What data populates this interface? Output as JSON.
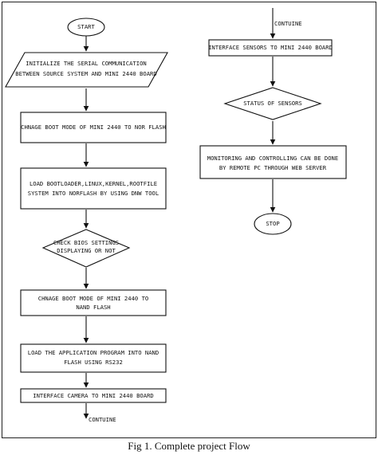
{
  "flowchart": {
    "start": "START",
    "init_serial": [
      "INITIALIZE THE SERIAL COMMUNICATION",
      "BETWEEN SOURCE SYSTEM AND MINI 2440 BOARD"
    ],
    "boot_nor": [
      "CHNAGE BOOT MODE OF MINI 2440 TO NOR FLASH"
    ],
    "load_boot": [
      "LOAD BOOTLOADER,LINUX,KERNEL,ROOTFILE",
      "SYSTEM INTO NORFLASH BY USING DNW TOOL"
    ],
    "check_bios": [
      "CHECK BIOS SETTINGS",
      "DISPLAYING OR NOT"
    ],
    "boot_nand": [
      "CHNAGE BOOT MODE OF MINI 2440 TO",
      "NAND FLASH"
    ],
    "load_app": [
      "LOAD THE APPLICATION PROGRAM INTO NAND",
      "FLASH USING RS232"
    ],
    "camera": [
      "INTERFACE CAMERA TO MINI 2440 BOARD"
    ],
    "continue_bottom": "CONTUINE",
    "continue_top": "CONTUINE",
    "sensors": [
      "INTERFACE SENSORS TO MINI 2440 BOARD"
    ],
    "status": [
      "STATUS OF SENSORS"
    ],
    "monitor": [
      "MONITORING AND CONTROLLING CAN BE DONE",
      "BY REMOTE PC THROUGH WEB SERVER"
    ],
    "stop": "STOP"
  },
  "caption": "Fig 1. Complete project Flow"
}
